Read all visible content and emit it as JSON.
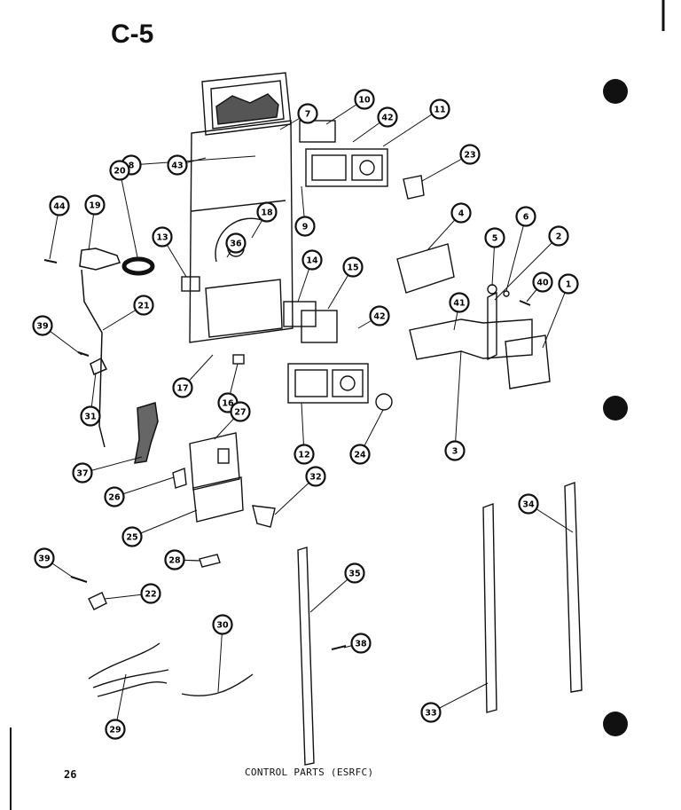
{
  "page": {
    "sheet_code": "C-5",
    "page_number": "26",
    "caption": "CONTROL PARTS (ESRFC)"
  },
  "callouts": [
    "1",
    "2",
    "3",
    "4",
    "5",
    "6",
    "7",
    "8",
    "9",
    "10",
    "11",
    "12",
    "13",
    "14",
    "15",
    "16",
    "17",
    "18",
    "19",
    "20",
    "21",
    "22",
    "23",
    "24",
    "25",
    "26",
    "26",
    "27",
    "28",
    "29",
    "30",
    "31",
    "32",
    "33",
    "34",
    "35",
    "36",
    "37",
    "38",
    "39",
    "39",
    "40",
    "41",
    "42",
    "42",
    "43",
    "44"
  ],
  "colors": {
    "ink": "#111111",
    "paper": "#ffffff",
    "shade": "#555555"
  }
}
